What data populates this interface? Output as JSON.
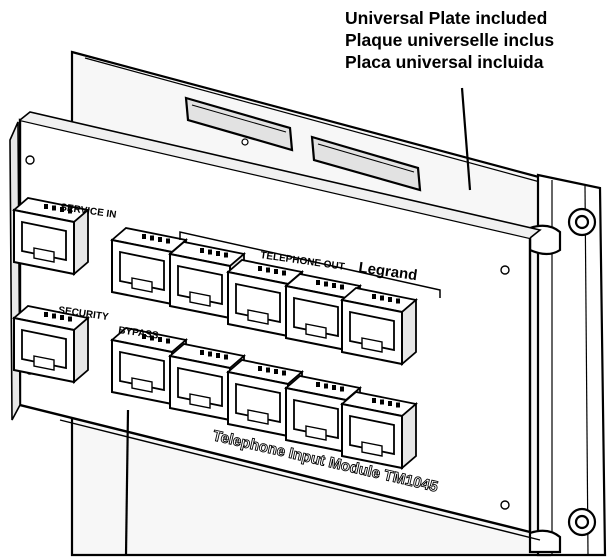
{
  "callout": {
    "lines": [
      "Universal Plate included",
      "Plaque universelle inclus",
      "Placa universal incluida"
    ]
  },
  "labels": {
    "service_in": "SERVICE IN",
    "security": "SECURITY",
    "bypass": "BYPASS",
    "telephone_out": "TELEPHONE OUT",
    "brand": "Legrand",
    "module": "Telephone Input Module TM1045"
  },
  "colors": {
    "line": "#000000",
    "fill": "#ffffff",
    "shade": "#d9d9d9"
  }
}
